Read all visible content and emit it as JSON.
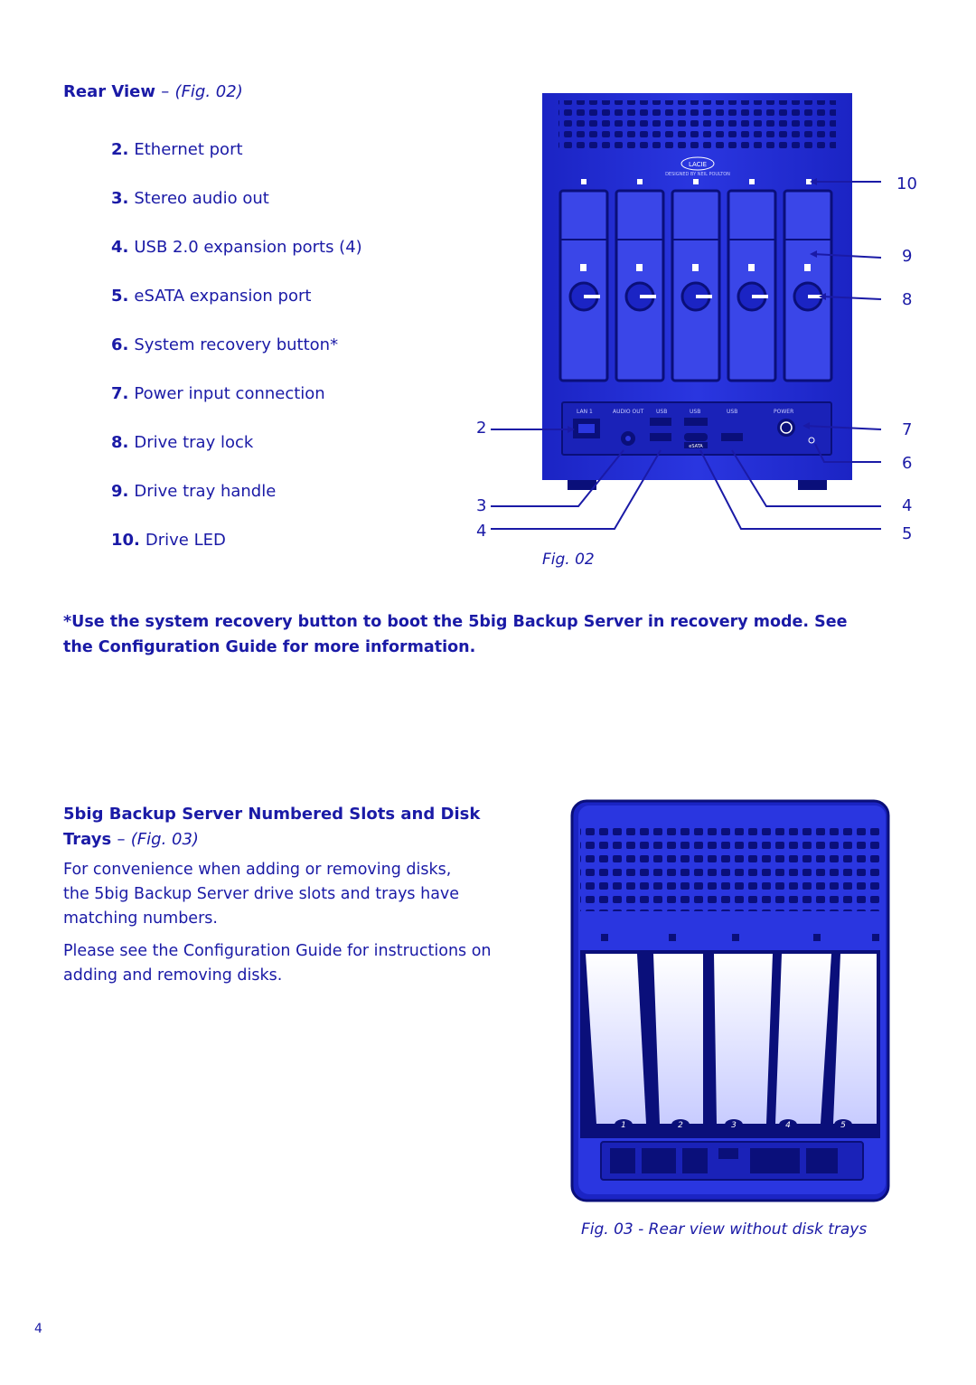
{
  "rear_view": {
    "heading": "Rear View",
    "dash": "–",
    "fig_ref": "(Fig. 02)",
    "items": [
      {
        "num": "2.",
        "label": "Ethernet port"
      },
      {
        "num": "3.",
        "label": "Stereo audio out"
      },
      {
        "num": "4.",
        "label": "USB 2.0 expansion ports (4)"
      },
      {
        "num": "5.",
        "label": "eSATA expansion port"
      },
      {
        "num": "6.",
        "label": "System recovery button*"
      },
      {
        "num": "7.",
        "label": "Power input connection"
      },
      {
        "num": "8.",
        "label": "Drive tray lock"
      },
      {
        "num": "9.",
        "label": "Drive tray handle"
      },
      {
        "num": "10.",
        "label": "Drive LED"
      }
    ]
  },
  "figure2": {
    "caption": "Fig. 02",
    "brand": "LACIE",
    "designer": "DESIGNED BY NEIL POULTON",
    "ports": [
      "LAN 1",
      "AUDIO OUT",
      "USB",
      "USB",
      "USB",
      "POWER"
    ],
    "esata_label": "eSATA",
    "callouts": [
      "10",
      "9",
      "8",
      "7",
      "6",
      "5",
      "4",
      "2",
      "3",
      "4"
    ]
  },
  "recovery_note": "*Use the system recovery button to boot the 5big Backup Server in recovery mode. See the Configuration Guide for more information.",
  "slots": {
    "heading_line1": "5big Backup Server Numbered Slots and Disk",
    "heading_line2": "Trays",
    "dash": "–",
    "fig_ref": "(Fig. 03)",
    "para1": "For convenience when adding or removing disks, the 5big Backup Server drive slots and trays have matching numbers.",
    "para2": "Please see the Configuration Guide for instructions on adding and removing disks."
  },
  "figure3": {
    "caption": "Fig. 03 - Rear view without disk trays",
    "slot_numbers": [
      "1",
      "2",
      "3",
      "4",
      "5"
    ]
  },
  "page_number": "4",
  "colors": {
    "text": "#1a1aa6",
    "device_body": "#1e28d0",
    "device_dark": "#0a0f7a"
  }
}
